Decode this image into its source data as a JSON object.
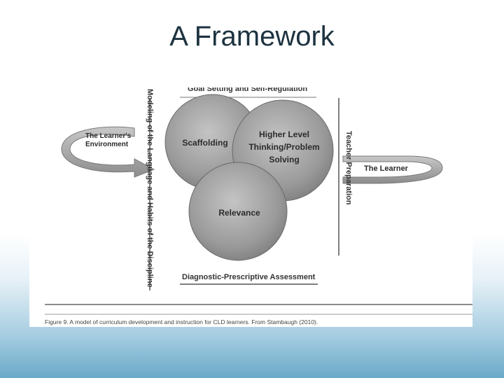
{
  "slide": {
    "title": "A Framework"
  },
  "figure": {
    "top_label": "Goal Setting and Self-Regulation",
    "bottom_label": "Diagnostic-Prescriptive Assessment",
    "left_vertical_label": "Modeling of the Language and Habits of the Discipline",
    "right_vertical_label": "Teacher Preparation",
    "circles": {
      "scaffolding": "Scaffolding",
      "higher_level": "Higher Level Thinking/Problem Solving",
      "relevance": "Relevance"
    },
    "arrows": {
      "left": "The Learner's Environment",
      "right": "The Learner"
    },
    "caption": "Figure 9. A model of curriculum development and instruction for CLD learners. From Stambaugh (2010)."
  },
  "colors": {
    "title": "#1d3340",
    "circle_fill": "#9c9c9c",
    "arrow_fill": "#a8a8a8",
    "background_accent": "#6aa9c9"
  }
}
